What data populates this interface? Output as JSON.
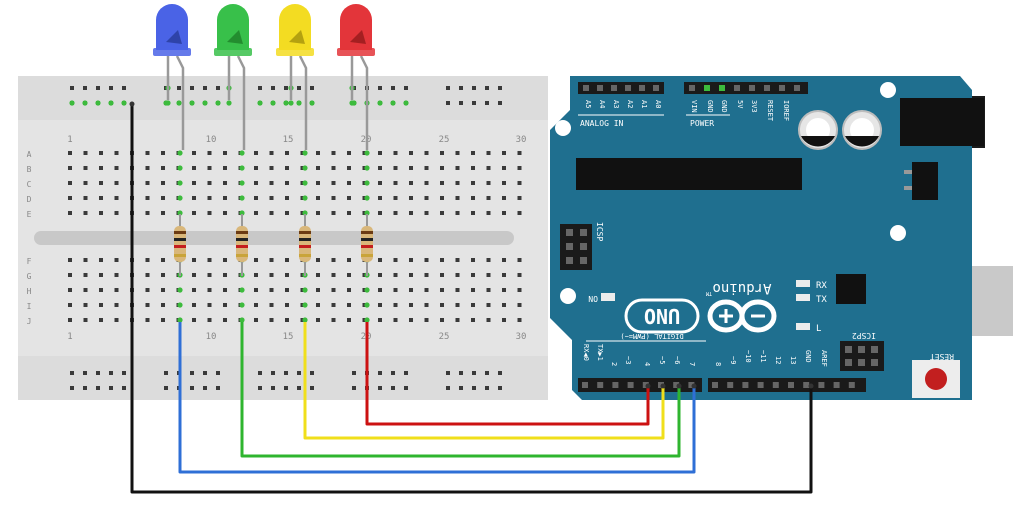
{
  "breadboard": {
    "column_numbers": [
      "1",
      "10",
      "15",
      "20",
      "25",
      "30"
    ],
    "row_letters_top": [
      "A",
      "B",
      "C",
      "D",
      "E"
    ],
    "row_letters_bottom": [
      "F",
      "G",
      "H",
      "I",
      "J"
    ]
  },
  "leds": [
    {
      "color_name": "blue",
      "color": "#4a63e6"
    },
    {
      "color_name": "green",
      "color": "#38c04a"
    },
    {
      "color_name": "yellow",
      "color": "#f3dc22"
    },
    {
      "color_name": "red",
      "color": "#e3353a"
    }
  ],
  "wires": [
    {
      "name": "blue-wire",
      "color": "#2f6fd6"
    },
    {
      "name": "green-wire",
      "color": "#2fb52f"
    },
    {
      "name": "yellow-wire",
      "color": "#f0df1b"
    },
    {
      "name": "red-wire",
      "color": "#cc1111"
    },
    {
      "name": "black-ground-wire",
      "color": "#111111"
    }
  ],
  "arduino": {
    "board_color": "#1f6f8f",
    "logo_text": "UNO",
    "brand_text": "Arduino",
    "tm": "TM",
    "on_label": "ON",
    "rx_label": "RX",
    "tx_label": "TX",
    "l_label": "L",
    "icsp_label": "ICSP",
    "icsp2_label": "ICSP2",
    "reset_label": "RESET",
    "analog_in_label": "ANALOG IN",
    "power_label": "POWER",
    "digital_label": "DIGITAL (PWM=~)",
    "analog_pins": [
      "A5",
      "A4",
      "A3",
      "A2",
      "A1",
      "A0"
    ],
    "power_pins": [
      "VIN",
      "GND",
      "GND",
      "5V",
      "3V3",
      "RESET",
      "IOREF"
    ],
    "digital_pins_left": [
      "RX◀0",
      "TX▶1",
      "2",
      "~3",
      "4",
      "~5",
      "~6",
      "7"
    ],
    "digital_pins_right": [
      "8",
      "~9",
      "~10",
      "~11",
      "12",
      "13",
      "GND",
      "AREF"
    ]
  }
}
